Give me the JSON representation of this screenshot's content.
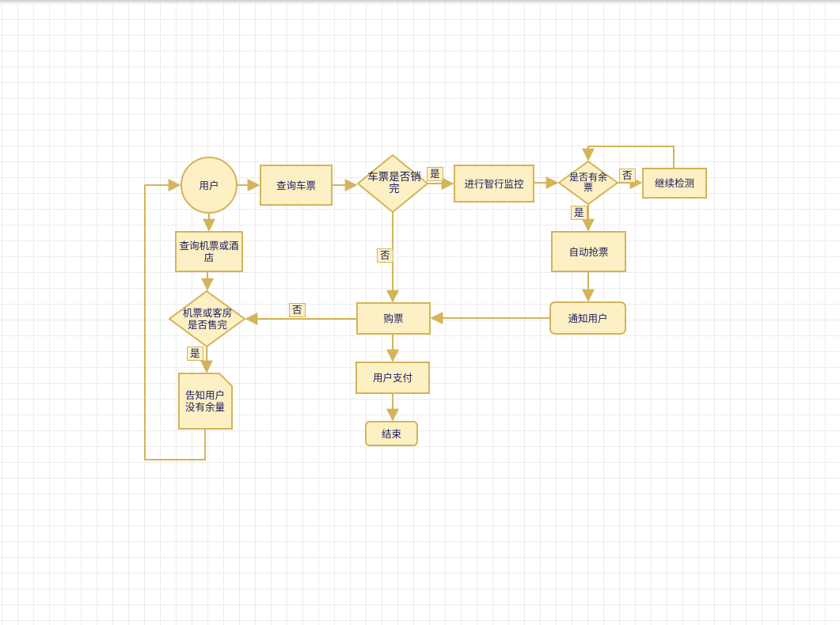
{
  "nodes": {
    "user": "用户",
    "query_ticket": "查询车票",
    "sold_out": "车票是否销完",
    "monitor": "进行智行监控",
    "has_tickets": "是否有余票",
    "keep_checking": "继续检测",
    "auto_grab": "自动抢票",
    "notify": "通知用户",
    "buy": "购票",
    "pay": "用户支付",
    "end": "结束",
    "query_hotel": "查询机票或酒店",
    "hotel_sold_out": "机票或客房是否售完",
    "tell_user": "告知用户没有余量"
  },
  "edge_labels": {
    "sold_out_yes": "是",
    "sold_out_no": "否",
    "has_tickets_no": "否",
    "has_tickets_yes": "是",
    "hotel_no": "否",
    "hotel_yes": "是"
  },
  "colors": {
    "fill": "#fdf0c4",
    "stroke": "#d3b45a",
    "text": "#1a1a5e",
    "grid": "#ececec"
  }
}
